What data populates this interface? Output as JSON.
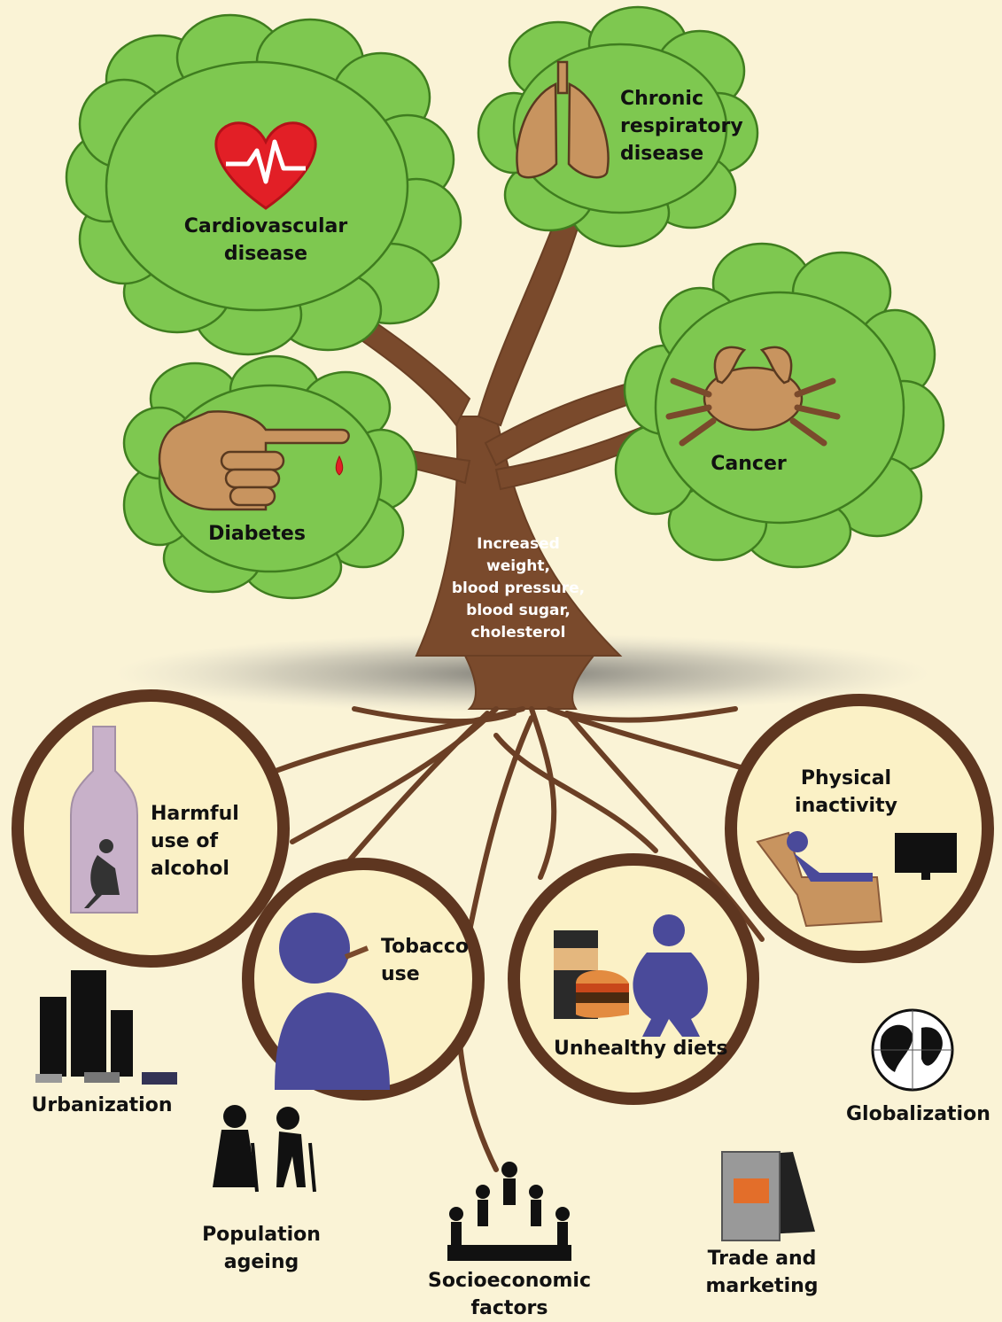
{
  "diseases": {
    "cardiovascular": "Cardiovascular\ndisease",
    "respiratory": "Chronic\nrespiratory\ndisease",
    "cancer": "Cancer",
    "diabetes": "Diabetes"
  },
  "trunk_text": "Increased\nweight,\nblood pressure,\nblood sugar,\ncholesterol",
  "risk_factors": {
    "alcohol": "Harmful\nuse of\nalcohol",
    "tobacco": "Tobacco\nuse",
    "diets": "Unhealthy diets",
    "inactivity": "Physical\ninactivity"
  },
  "determinants": {
    "urbanization": "Urbanization",
    "ageing": "Population\nageing",
    "socioeconomic": "Socioeconomic\nfactors",
    "trade": "Trade and\nmarketing",
    "globalization": "Globalization"
  },
  "colors": {
    "background": "#faf3d6",
    "foliage": "#7ec850",
    "foliage_edge": "#3f7d1f",
    "trunk": "#7a4a2c",
    "risk_circle_fill": "#fbf1c6",
    "icon_skin": "#c8945f",
    "icon_figure": "#4a4a9a",
    "heart": "#e21f26"
  },
  "icons": [
    "heart-pulse-icon",
    "lungs-icon",
    "crab-icon",
    "finger-blood-drop-icon",
    "bottle-icon",
    "smoker-icon",
    "fastfood-icon",
    "couch-tv-icon",
    "city-icon",
    "elderly-couple-icon",
    "people-pyramid-icon",
    "billboard-icon",
    "globe-icon"
  ]
}
